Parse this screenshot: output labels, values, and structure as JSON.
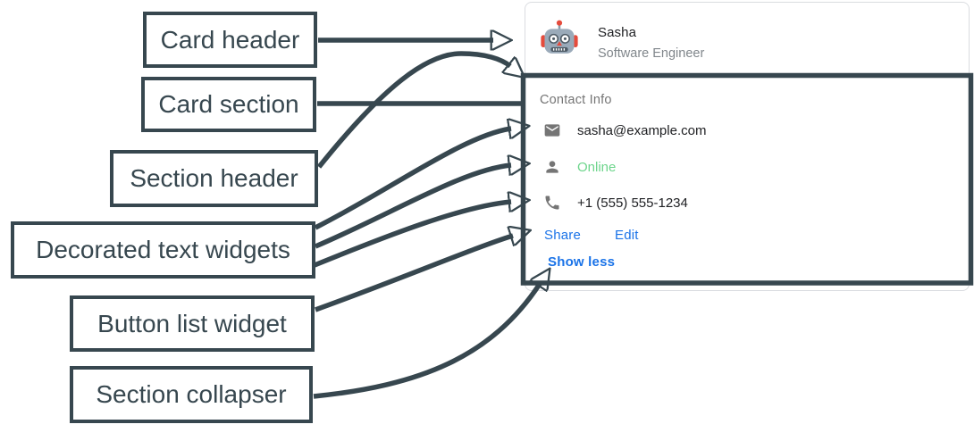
{
  "annotations": {
    "card_header": "Card header",
    "card_section": "Card section",
    "section_header": "Section header",
    "decorated_text": "Decorated text widgets",
    "button_list": "Button list widget",
    "section_collapser": "Section collapser"
  },
  "card": {
    "header": {
      "name": "Sasha",
      "title": "Software Engineer",
      "avatar_icon": "robot-avatar-icon"
    },
    "section": {
      "title": "Contact Info",
      "rows": [
        {
          "icon": "email-icon",
          "text": "sasha@example.com"
        },
        {
          "icon": "person-icon",
          "text": "Online"
        },
        {
          "icon": "phone-icon",
          "text": "+1 (555) 555-1234"
        }
      ],
      "buttons": [
        {
          "label": "Share"
        },
        {
          "label": "Edit"
        }
      ],
      "collapser_label": "Show less"
    }
  },
  "colors": {
    "annotation_dark": "#37474f",
    "link_blue": "#1a73e8",
    "online_green": "#6dd58c",
    "muted_gray": "#757575",
    "text_dark": "#202124",
    "card_border": "#dadce0",
    "avatar_red": "#e54b3c",
    "avatar_slate": "#9aaab9"
  }
}
